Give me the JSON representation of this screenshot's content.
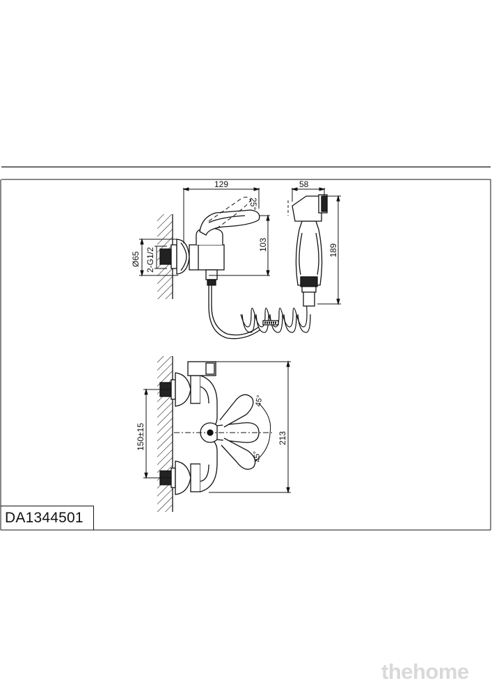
{
  "drawing": {
    "code": "DA1344501",
    "dimensions": {
      "width_side": "129",
      "lever_angle_top": "25°",
      "spout_height": "103",
      "flange_diameter": "Ø65",
      "thread": "2-G1/2",
      "head_width": "58",
      "shower_length": "189",
      "centers": "150±15",
      "total_height": "213",
      "angle_upper": "45°",
      "angle_lower": "45°"
    }
  },
  "watermark": {
    "brand": "thehome"
  }
}
